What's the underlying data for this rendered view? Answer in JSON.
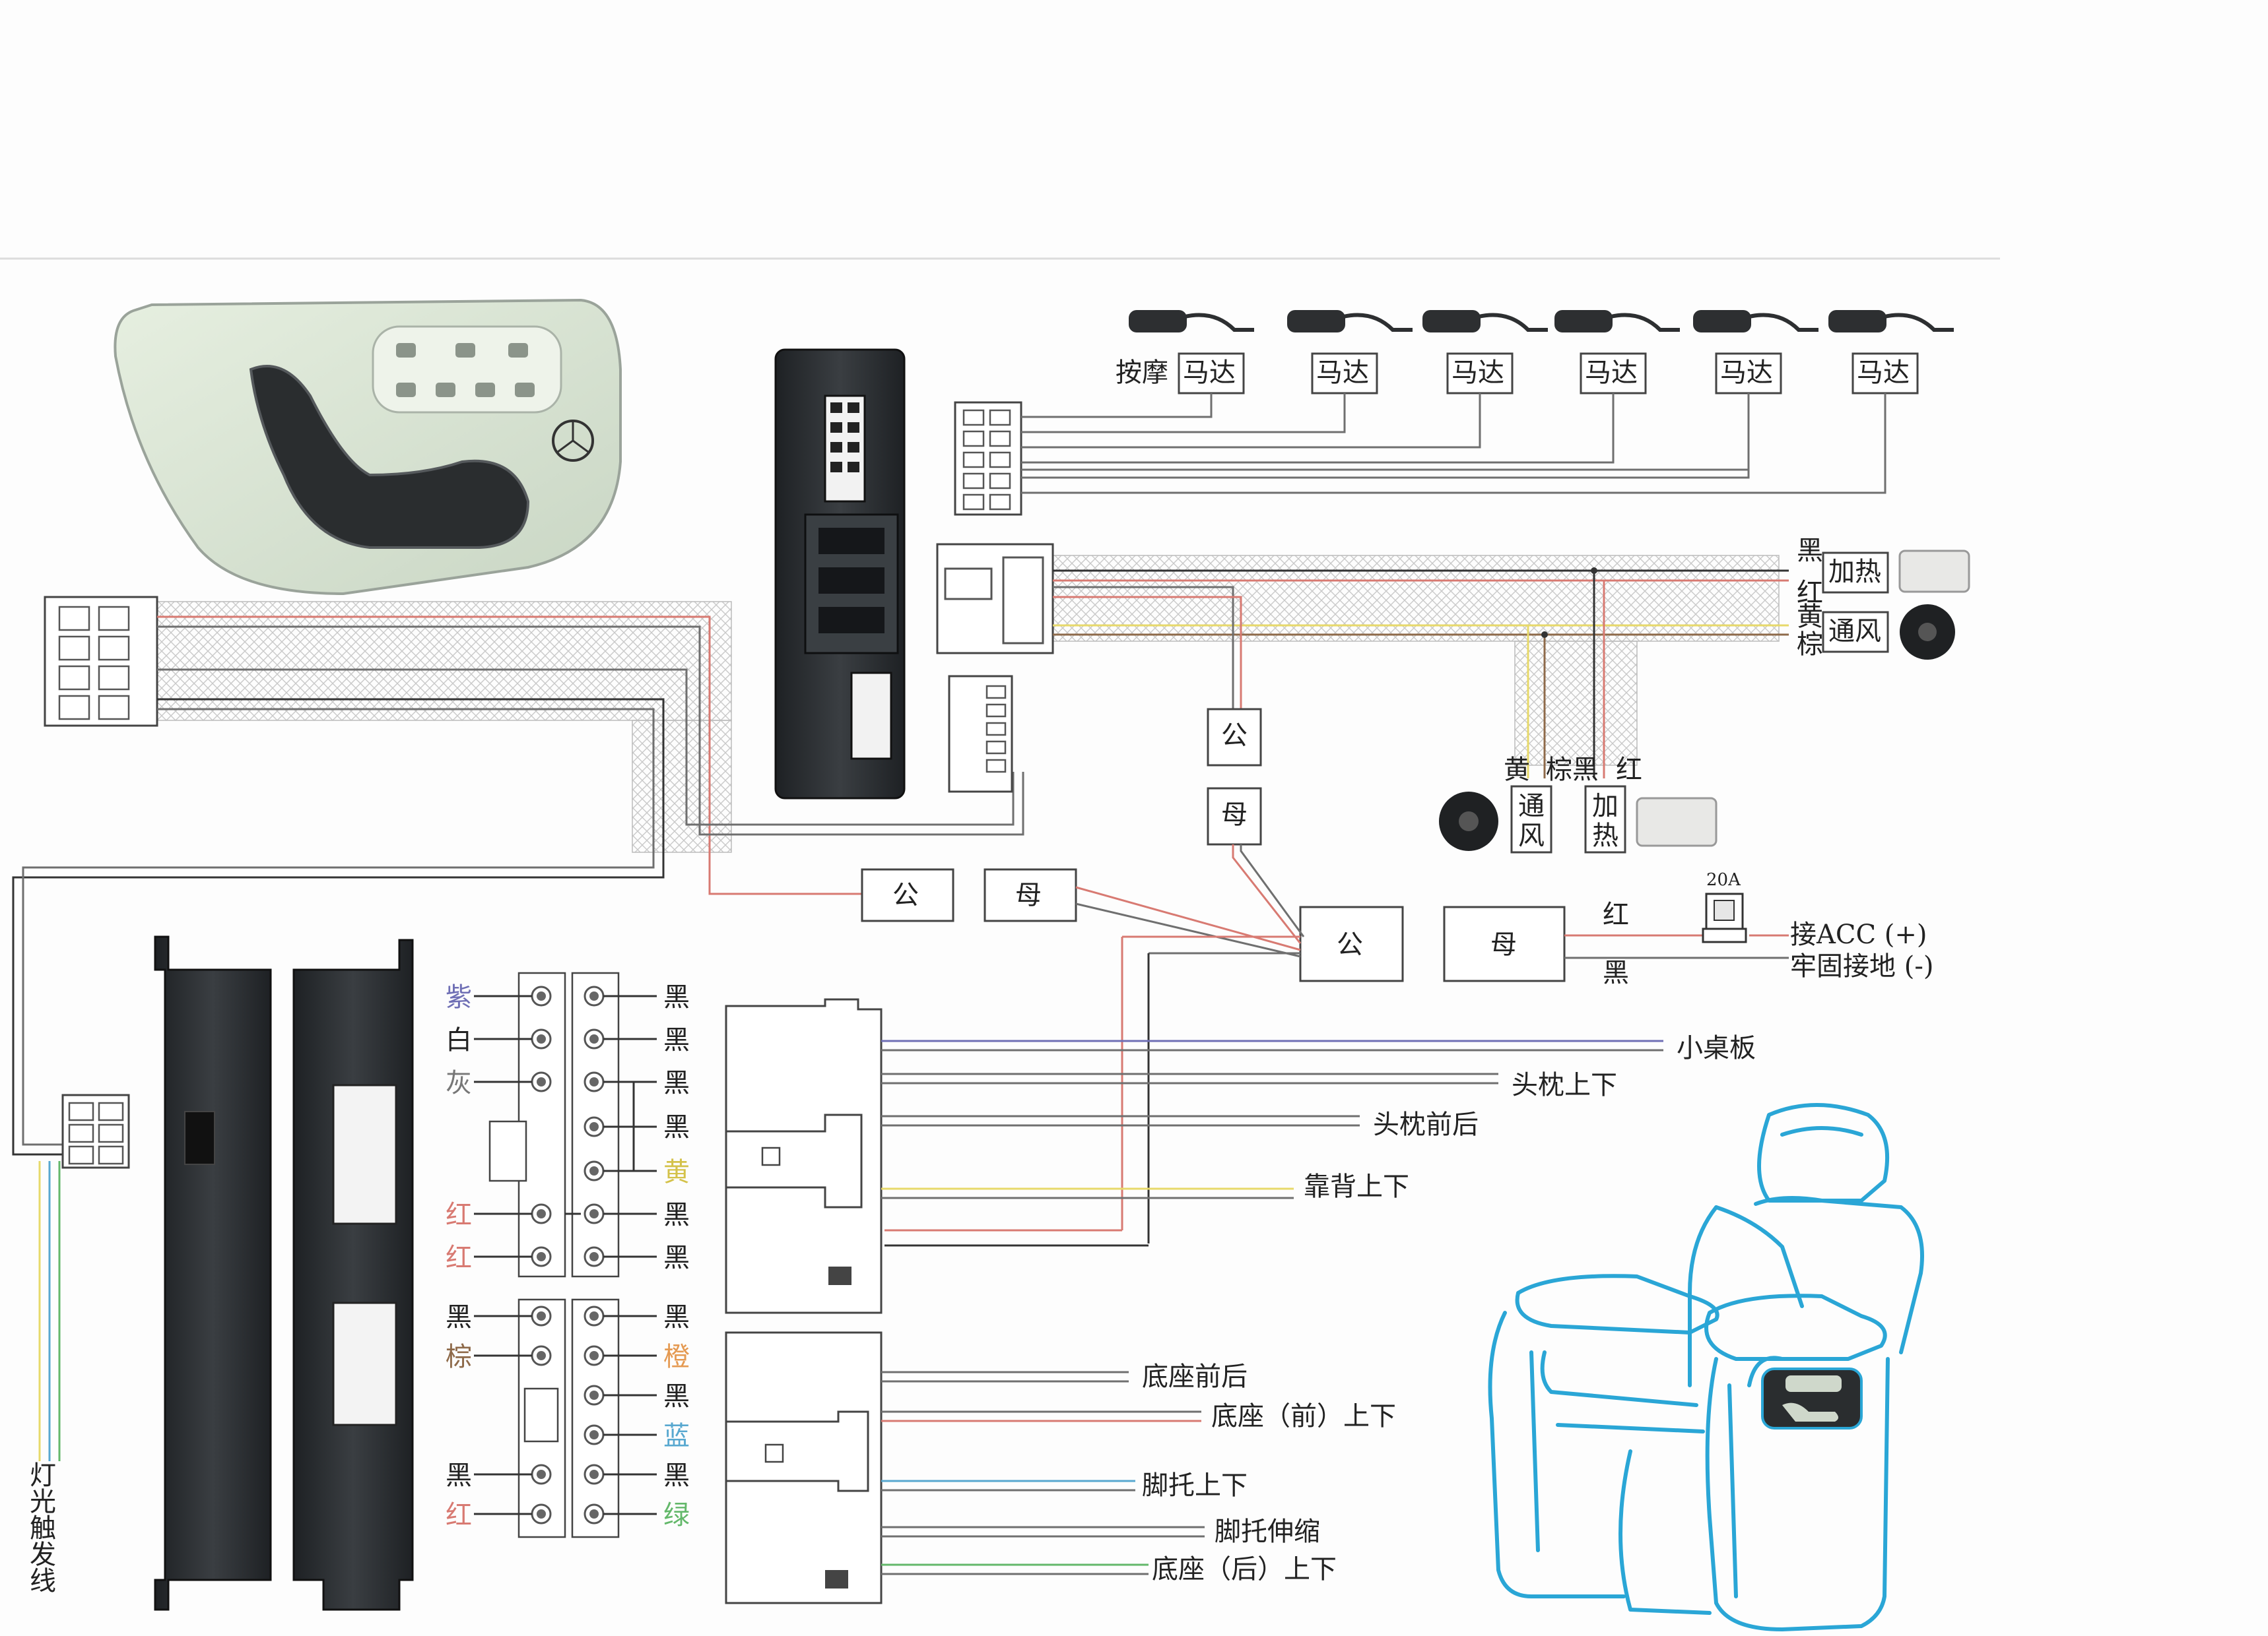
{
  "colors": {
    "wire_red": "#d87a72",
    "wire_black": "#333333",
    "wire_gray": "#6f6f6f",
    "wire_yellow": "#e7d96a",
    "wire_blue": "#58a8d0",
    "wire_green": "#63b86a",
    "wire_orange": "#e59a52",
    "wire_purple": "#6f6fb5",
    "seat_outline": "#2aa6d6",
    "control_panel": "#dde8d6"
  },
  "massage": {
    "first_label": "按摩",
    "motors": [
      "马达",
      "马达",
      "马达",
      "马达",
      "马达",
      "马达"
    ]
  },
  "heat_vent_right": {
    "wire_black": "黑",
    "wire_red": "红",
    "wire_yellow": "黄",
    "wire_brown": "棕",
    "heat_label": "加热",
    "vent_label": "通风"
  },
  "heat_vent_bottom": {
    "wire_yellow": "黄",
    "wire_brown_black": "棕黑",
    "wire_red": "红",
    "vent_label": [
      "通",
      "风"
    ],
    "heat_label": [
      "加",
      "热"
    ]
  },
  "connectors": {
    "male": "公",
    "female": "母"
  },
  "power": {
    "fuse": "20A",
    "red": "红",
    "black": "黑",
    "acc": "接ACC (+)",
    "ground": "牢固接地 (-)"
  },
  "pinout_upper": {
    "left": [
      "紫",
      "白",
      "灰",
      "",
      "",
      "红",
      "红"
    ],
    "right": [
      "黑",
      "黑",
      "黑",
      "黑",
      "黄",
      "黑",
      "黑"
    ]
  },
  "pinout_lower": {
    "left": [
      "黑",
      "棕",
      "",
      "",
      "黑",
      "红"
    ],
    "right": [
      "黑",
      "橙",
      "黑",
      "蓝",
      "黑",
      "绿"
    ]
  },
  "functions_upper": [
    "小桌板",
    "头枕上下",
    "头枕前后",
    "靠背上下"
  ],
  "functions_lower": [
    "底座前后",
    "底座（前）上下",
    "脚托上下",
    "脚托伸缩",
    "底座（后）上下"
  ],
  "light_trigger": [
    "灯",
    "光",
    "触",
    "发",
    "线"
  ]
}
